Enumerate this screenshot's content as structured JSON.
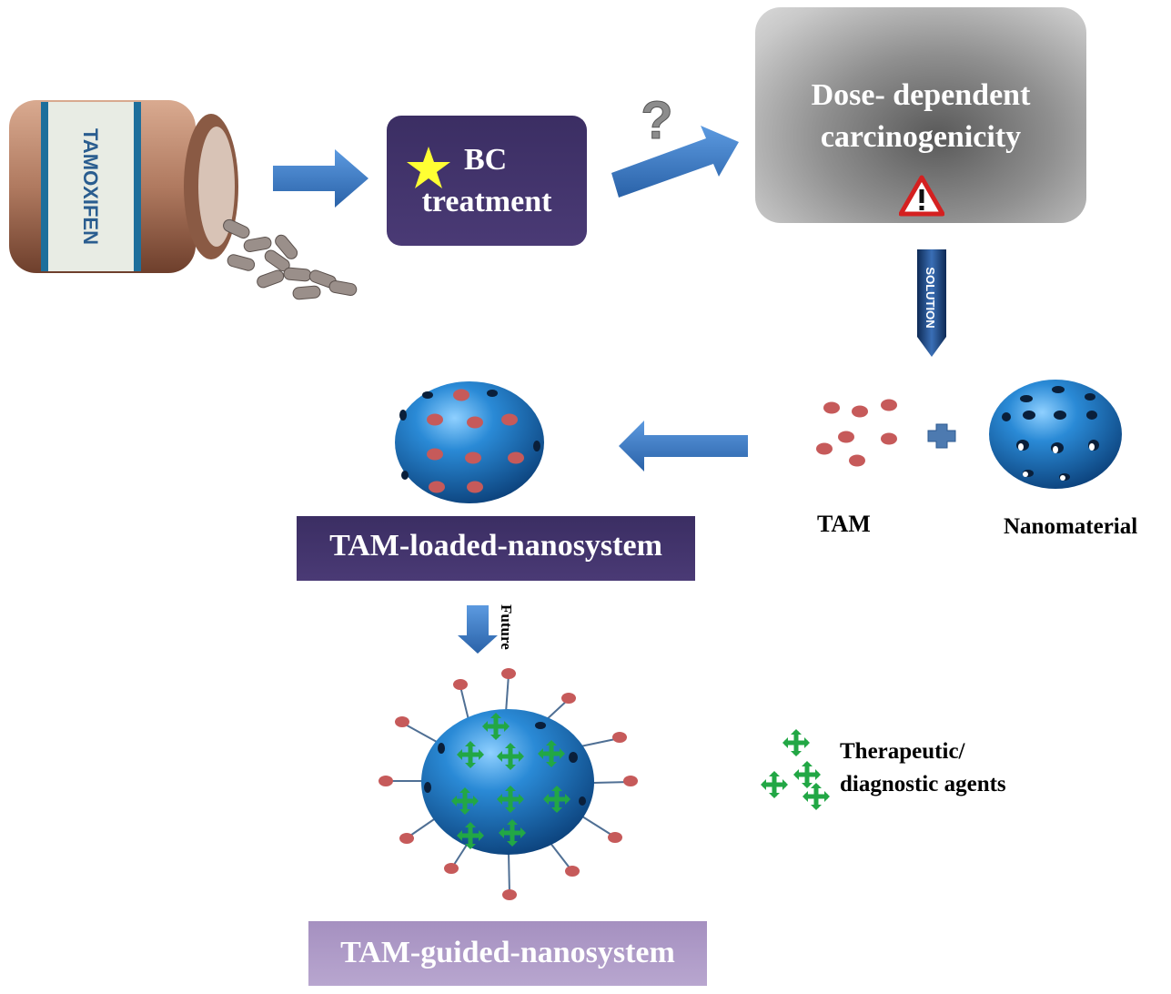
{
  "bottle": {
    "label": "TAMOXIFEN"
  },
  "bc_box": {
    "line1": "BC",
    "line2": "treatment"
  },
  "question_mark": "?",
  "dose_box": {
    "line1": "Dose- dependent",
    "line2": "carcinogenicity"
  },
  "solution_arrow": {
    "label": "SOLUTION"
  },
  "tam_label": "TAM",
  "plus_sign": "+",
  "nanomaterial_label": "Nanomaterial",
  "loaded_label": "TAM-loaded-nanosystem",
  "future_label": "Future",
  "guided_label": "TAM-guided-nanosystem",
  "agents_legend": {
    "line1": "Therapeutic/",
    "line2": "diagnostic agents"
  },
  "colors": {
    "purple_box": "#3b2e63",
    "guided_box": "#a590c0",
    "arrow_blue": "#3a78c2",
    "sphere_blue": "#1f7fc8",
    "drug_red": "#c65a5a",
    "agent_green": "#22a745"
  }
}
